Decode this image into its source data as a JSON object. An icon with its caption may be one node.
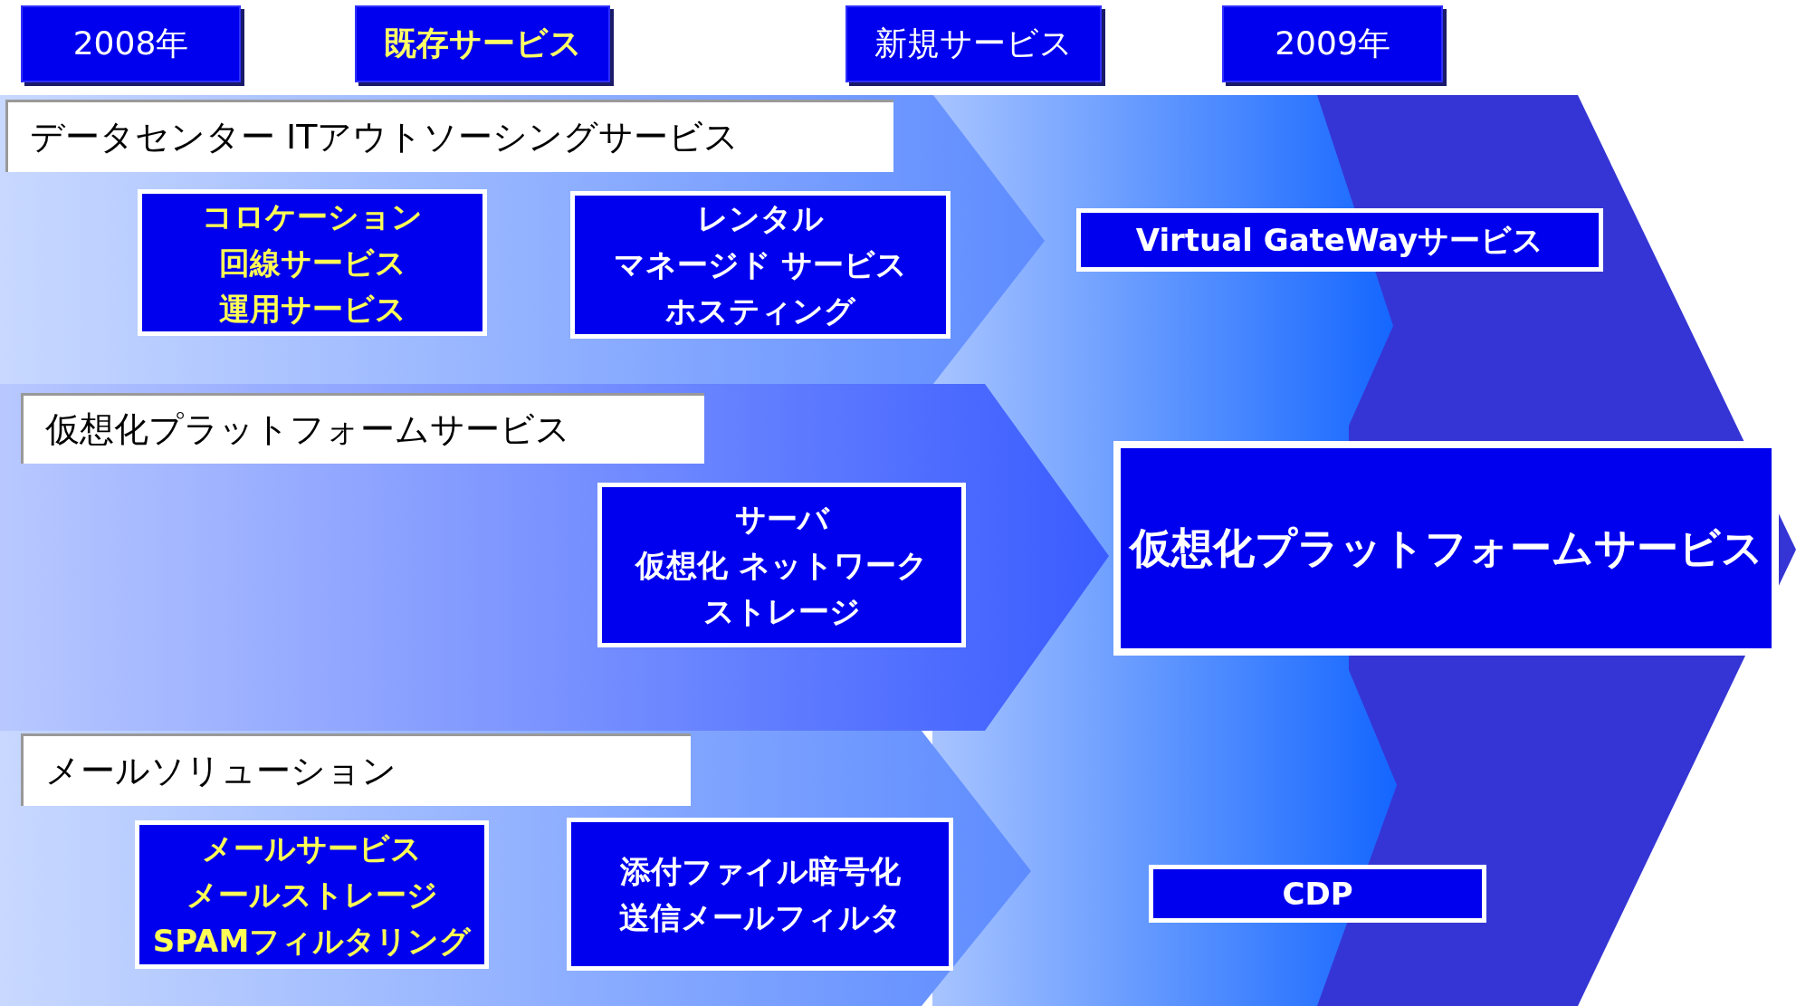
{
  "diagram": {
    "nodes": [
      {
        "text": [
          "2008年"
        ]
      },
      {
        "text": [
          "既存サービス"
        ]
      },
      {
        "text": [
          "新規サービス"
        ]
      },
      {
        "text": [
          "2009年"
        ]
      },
      {
        "text": [
          "データセンター ITアウトソーシングサービス"
        ]
      },
      {
        "text": [
          "コロケーション",
          "回線サービス",
          "運用サービス"
        ]
      },
      {
        "text": [
          "レンタル",
          "マネージド サービス",
          "ホスティング"
        ]
      },
      {
        "text": [
          "Virtual GateWayサービス"
        ]
      },
      {
        "text": [
          "仮想化プラットフォームサービス"
        ]
      },
      {
        "text": [
          "サーバ",
          "仮想化 ネットワーク",
          "ストレージ"
        ]
      },
      {
        "text": [
          "仮想化プラットフォームサービス"
        ]
      },
      {
        "text": [
          "メールソリューション"
        ]
      },
      {
        "text": [
          "メールサービス",
          "メールストレージ",
          "SPAMフィルタリング"
        ]
      },
      {
        "text": [
          "添付ファイル暗号化",
          "送信メールフィルタ"
        ]
      },
      {
        "text": [
          "CDP"
        ]
      }
    ],
    "edges": []
  }
}
